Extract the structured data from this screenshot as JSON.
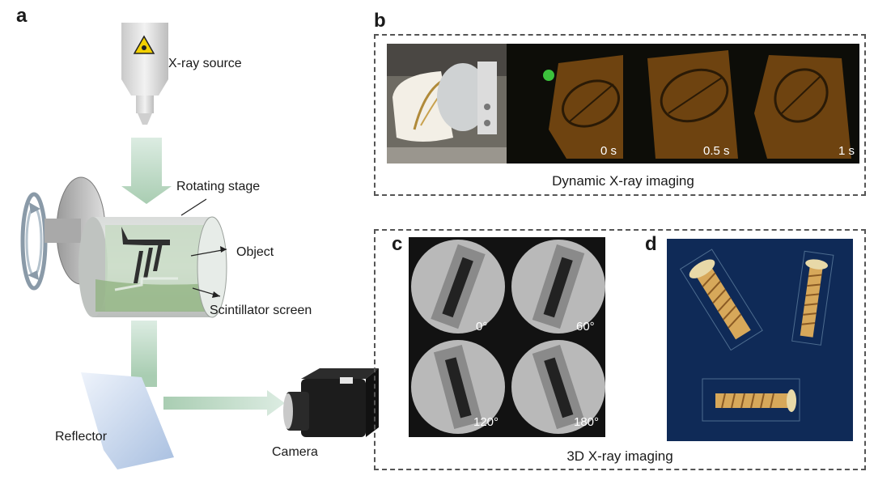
{
  "panel_a": {
    "letter": "a",
    "labels": {
      "source": "X-ray source",
      "stage": "Rotating stage",
      "object": "Object",
      "screen": "Scintillator screen",
      "reflector": "Reflector",
      "camera": "Camera"
    }
  },
  "panel_b": {
    "letter": "b",
    "times": [
      "0 s",
      "0.5 s",
      "1 s"
    ],
    "caption": "Dynamic X-ray imaging"
  },
  "panel_c": {
    "letter": "c",
    "angles": [
      "0°",
      "60°",
      "120°",
      "180°"
    ]
  },
  "panel_d": {
    "letter": "d"
  },
  "bottom_caption": "3D X-ray imaging",
  "colors": {
    "beam": "#c5dfc9",
    "scene_bg": "#0d1a33",
    "leaf": "#7a4a12",
    "screw": "#d9b26a"
  }
}
